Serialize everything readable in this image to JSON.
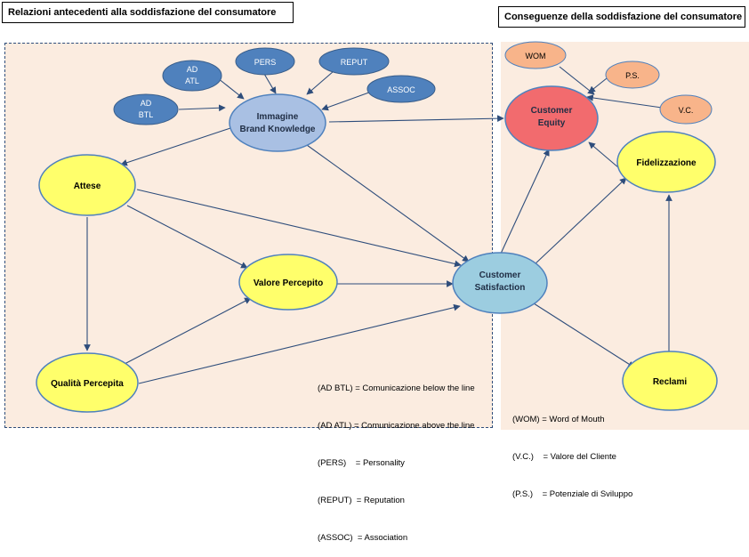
{
  "titles": {
    "left": "Relazioni antecedenti  alla soddisfazione  del consumatore",
    "right": "Conseguenze della soddisfazione  del consumatore"
  },
  "nodes": {
    "ad_atl": {
      "line1": "AD",
      "line2": "ATL"
    },
    "pers": {
      "label": "PERS"
    },
    "reput": {
      "label": "REPUT"
    },
    "assoc": {
      "label": "ASSOC"
    },
    "ad_btl": {
      "line1": "AD",
      "line2": "BTL"
    },
    "immagine": {
      "line1": "Immagine",
      "line2": "Brand Knowledge"
    },
    "attese": {
      "label": "Attese"
    },
    "valore": {
      "label": "Valore Percepito"
    },
    "qualita": {
      "label": "Qualità Percepita"
    },
    "satisfaction": {
      "line1": "Customer",
      "line2": "Satisfaction"
    },
    "wom": {
      "label": "WOM"
    },
    "ps": {
      "label": "P.S."
    },
    "vc": {
      "label": "V.C."
    },
    "equity": {
      "line1": "Customer",
      "line2": "Equity"
    },
    "fidelizzazione": {
      "label": "Fidelizzazione"
    },
    "reclami": {
      "label": "Reclami"
    }
  },
  "colors": {
    "dark_blue": "#4f81bd",
    "light_blue": "#a9c0e3",
    "cyan": "#9ccde0",
    "yellow": "#ffff6b",
    "orange": "#f8b48a",
    "red": "#f26b6e",
    "arrow": "#2e4d7b"
  },
  "legend_left": [
    "(AD BTL) = Comunicazione below the line",
    "(AD ATL) = Comunicazione above the line",
    "(PERS)    = Personality",
    "(REPUT)  = Reputation",
    "(ASSOC)  = Association"
  ],
  "legend_right": [
    "(WOM) = Word of Mouth",
    "(V.C.)    = Valore del Cliente",
    "(P.S.)    = Potenziale di Sviluppo"
  ]
}
